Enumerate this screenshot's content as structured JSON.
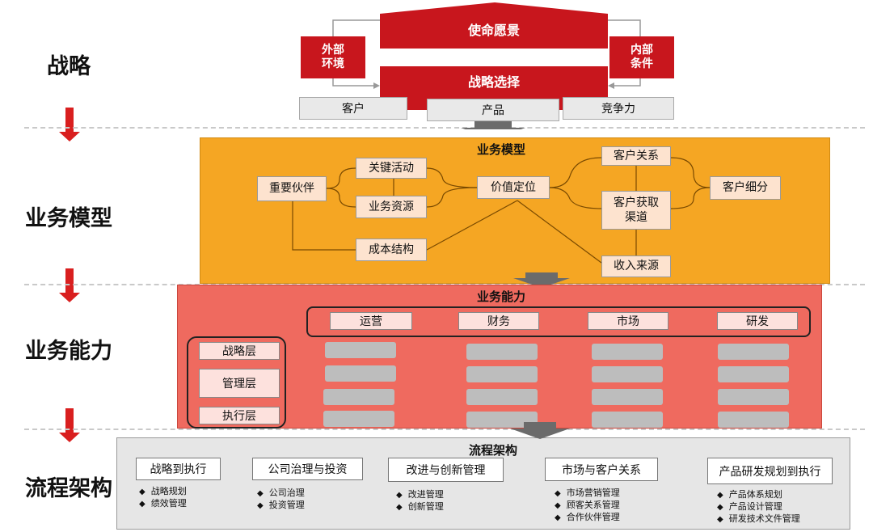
{
  "layers": {
    "strategy": "战略",
    "business_model": "业务模型",
    "capability": "业务能力",
    "process": "流程架构"
  },
  "strategy": {
    "mission": "使命愿景",
    "external": "外部\n环境",
    "internal": "内部\n条件",
    "choice": "战略选择",
    "customer": "客户",
    "product": "产品",
    "competition": "竞争力"
  },
  "business_model": {
    "title": "业务模型",
    "partners": "重要伙伴",
    "activities": "关键活动",
    "resources": "业务资源",
    "cost": "成本结构",
    "value": "价值定位",
    "relationship": "客户关系",
    "channels": "客户获取\n渠道",
    "segments": "客户细分",
    "revenue": "收入来源"
  },
  "capability": {
    "title": "业务能力",
    "functions": [
      "运营",
      "财务",
      "市场",
      "研发"
    ],
    "levels": [
      "战略层",
      "管理层",
      "执行层"
    ]
  },
  "process": {
    "title": "流程架构",
    "groups": [
      {
        "name": "战略到执行",
        "items": [
          "战略规划",
          "绩效管理"
        ]
      },
      {
        "name": "公司治理与投资",
        "items": [
          "公司治理",
          "投资管理"
        ]
      },
      {
        "name": "改进与创新管理",
        "items": [
          "改进管理",
          "创新管理"
        ]
      },
      {
        "name": "市场与客户关系",
        "items": [
          "市场营销管理",
          "顾客关系管理",
          "合作伙伴管理"
        ]
      },
      {
        "name": "产品研发规划到执行",
        "items": [
          "产品体系规划",
          "产品设计管理",
          "研发技术文件管理"
        ]
      }
    ]
  },
  "colors": {
    "red": "#c8161d",
    "orange": "#f5a623",
    "salmon": "#ef6a5f",
    "grey_panel": "#e6e6e6"
  }
}
